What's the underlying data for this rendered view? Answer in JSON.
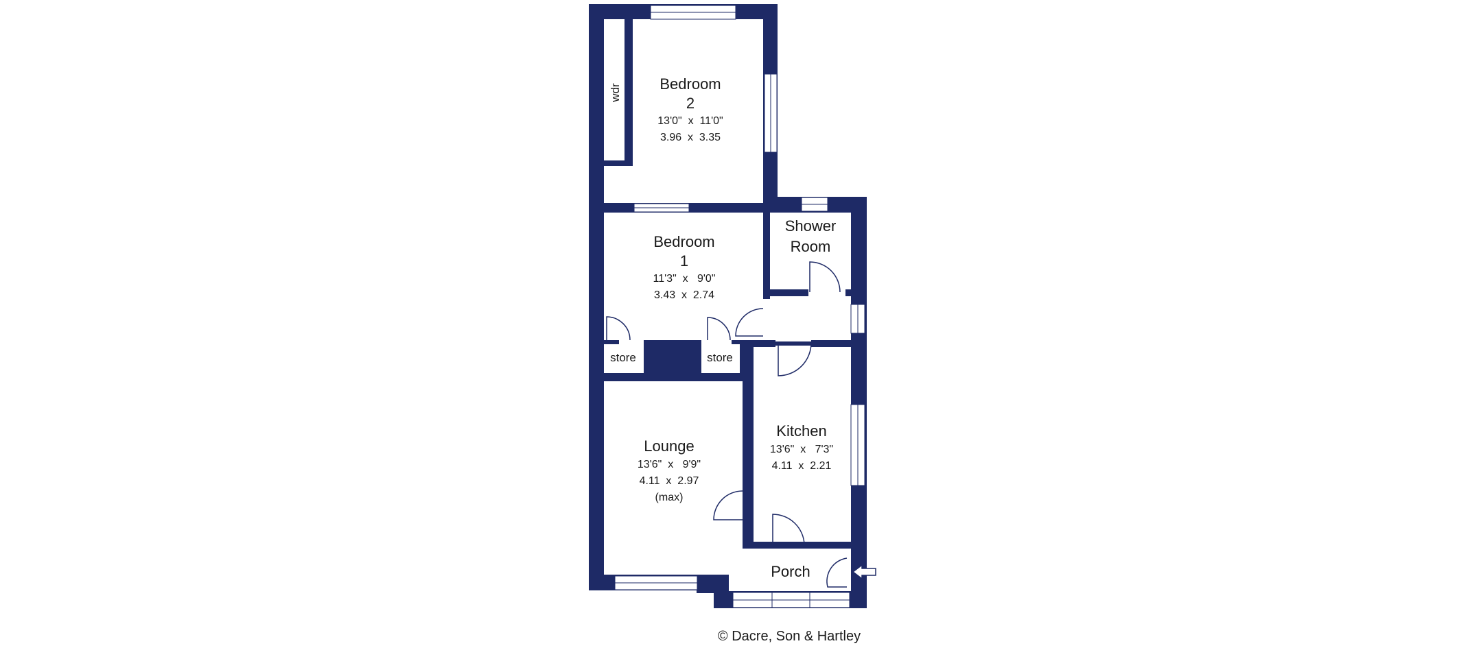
{
  "colors": {
    "wall": "#1e2a66",
    "floor": "#ffffff",
    "window": "#ffffff",
    "line": "#1e2a66"
  },
  "rooms": {
    "bedroom2": {
      "name1": "Bedroom",
      "name2": "2",
      "dim_imperial": "13'0\"  x  11'0\"",
      "dim_metric": "3.96  x  3.35"
    },
    "bedroom1": {
      "name1": "Bedroom",
      "name2": "1",
      "dim_imperial": "11'3\"  x   9'0\"",
      "dim_metric": "3.43  x  2.74"
    },
    "shower": {
      "name1": "Shower",
      "name2": "Room"
    },
    "lounge": {
      "name": "Lounge",
      "dim_imperial": "13'6\"  x   9'9\"",
      "dim_metric": "4.11  x  2.97",
      "note": "(max)"
    },
    "kitchen": {
      "name": "Kitchen",
      "dim_imperial": "13'6\"  x   7'3\"",
      "dim_metric": "4.11  x  2.21"
    },
    "porch": {
      "name": "Porch"
    },
    "wardrobe": {
      "label": "wdr"
    },
    "store_left": {
      "label": "store"
    },
    "store_right": {
      "label": "store"
    }
  },
  "entrance_icon": "arrow-left-icon",
  "copyright": "© Dacre, Son & Hartley"
}
